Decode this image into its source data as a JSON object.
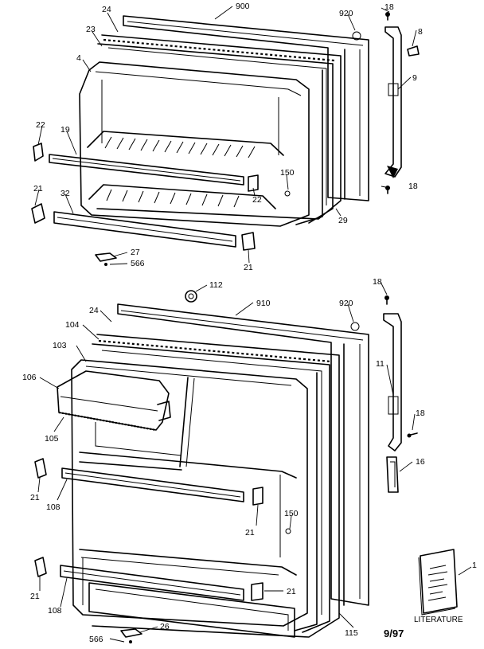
{
  "top_labels": {
    "p900": "900",
    "p920": "920",
    "p18a": "18",
    "p8": "8",
    "p9": "9",
    "p18b": "18",
    "p24": "24",
    "p23": "23",
    "p4": "4",
    "p22a": "22",
    "p19": "19",
    "p21a": "21",
    "p32": "32",
    "p150": "150",
    "p22b": "22",
    "p29": "29",
    "p27": "27",
    "p566": "566",
    "p21b": "21"
  },
  "bottom_labels": {
    "p112": "112",
    "p910": "910",
    "p920": "920",
    "p18a": "18",
    "p24": "24",
    "p104": "104",
    "p103": "103",
    "p106": "106",
    "p105": "105",
    "p11": "11",
    "p18b": "18",
    "p16": "16",
    "p21a": "21",
    "p108a": "108",
    "p150": "150",
    "p21b": "21",
    "p1": "1",
    "p21c": "21",
    "p108b": "108",
    "p21d": "21",
    "p566": "566",
    "p26": "26",
    "p115": "115"
  },
  "literature_label": "LITERATURE",
  "date_code": "9/97"
}
